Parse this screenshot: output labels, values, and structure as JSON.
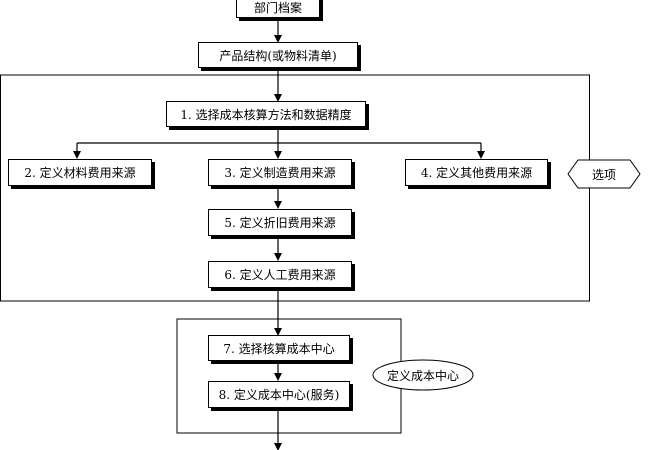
{
  "nodes": {
    "dept": "部门档案",
    "product": "产品结构(或物料清单)",
    "step1": "1. 选择成本核算方法和数据精度",
    "step2": "2. 定义材料费用来源",
    "step3": "3. 定义制造费用来源",
    "step4": "4. 定义其他费用来源",
    "step5": "5. 定义折旧费用来源",
    "step6": "6. 定义人工费用来源",
    "step7": "7. 选择核算成本中心",
    "step8": "8. 定义成本中心(服务)"
  },
  "labels": {
    "options": "选项",
    "cost_center": "定义成本中心"
  }
}
